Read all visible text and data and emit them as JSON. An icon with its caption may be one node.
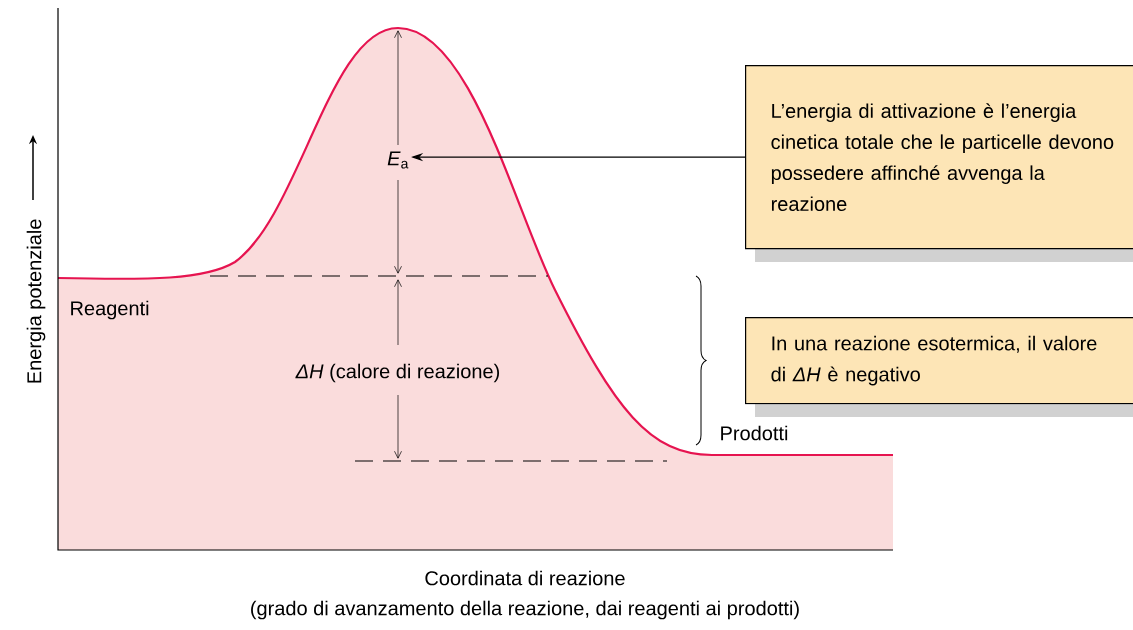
{
  "diagram": {
    "nodes": [
      {
        "text": [
          "L’energia di attivazione è l’energia cinetica totale che le particelle devono possedere affinché avvenga la reazione"
        ]
      },
      {
        "text": [
          "*E*$_{a}$"
        ]
      },
      {
        "text": [
          "In una reazione esotermica, il valore di *ΔH* è negativo"
        ]
      }
    ],
    "edges": [
      {
        "from": 0,
        "to": 1,
        "arrow": "to"
      }
    ],
    "labels": [
      "Energia potenziale",
      "Reagenti",
      "*ΔH* (calore di reazione)",
      "Prodotti",
      "Coordinata di reazione",
      "(grado di avanzamento della reazione, dai reagenti ai prodotti)"
    ]
  }
}
